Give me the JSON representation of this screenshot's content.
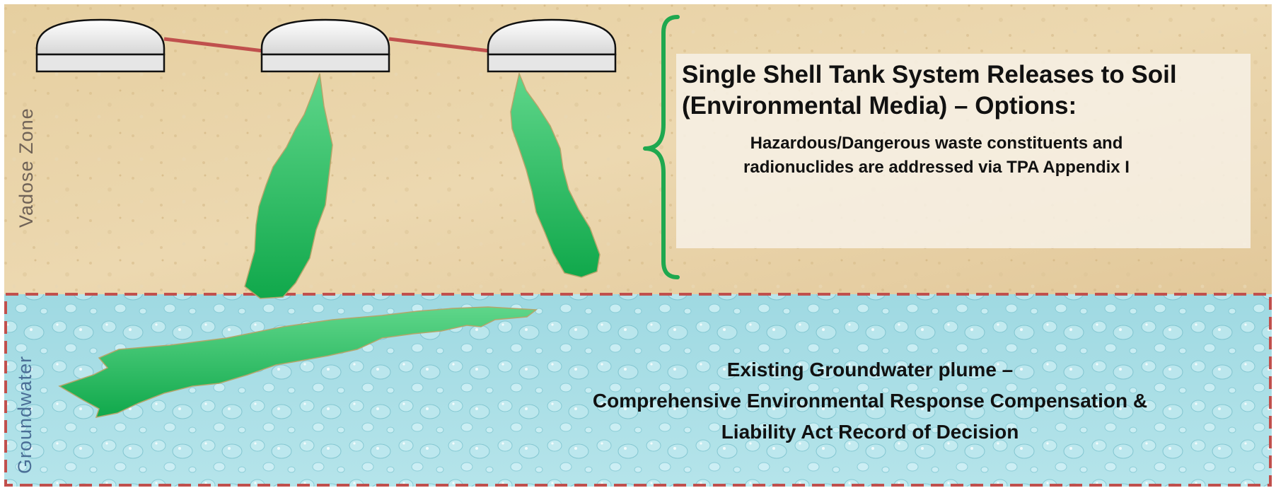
{
  "vadose_zone": {
    "label": "Vadose Zone"
  },
  "groundwater": {
    "label": "Groundwater",
    "description_lines": [
      "Existing Groundwater plume –",
      "Comprehensive Environmental Response Compensation &",
      "Liability Act  Record of Decision"
    ]
  },
  "tank_panel": {
    "title_lines": [
      "Single Shell Tank System Releases to Soil",
      "(Environmental Media) – Options:"
    ],
    "note_lines": [
      "Hazardous/Dangerous waste constituents and",
      "radionuclides are addressed via TPA Appendix I"
    ]
  },
  "colors": {
    "sand": "#e8d3a8",
    "water": "#a8dde4",
    "plume": "#1fb85a",
    "bracket": "#1fa84f",
    "pipe": "#c0504d",
    "boundary_dash": "#c0504d"
  }
}
